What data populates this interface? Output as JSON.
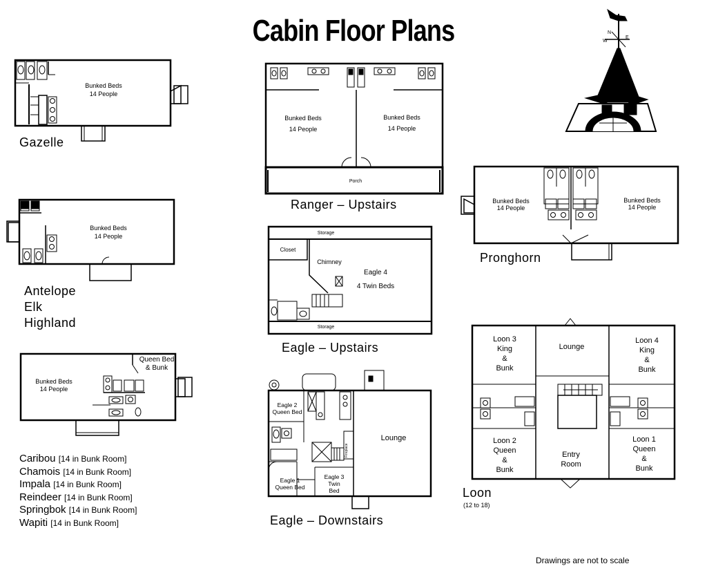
{
  "title": "Cabin Floor Plans",
  "footnote": "Drawings are not to scale",
  "compass": {
    "n": "N",
    "e": "E",
    "w": "W"
  },
  "gazelle": {
    "label": "Gazelle",
    "beds": "Bunked Beds",
    "people": "14 People"
  },
  "ranger": {
    "label": "Ranger – Upstairs",
    "left_beds": "Bunked Beds",
    "left_people": "14 People",
    "right_beds": "Bunked Beds",
    "right_people": "14 People",
    "porch": "Porch"
  },
  "pronghorn": {
    "label": "Pronghorn",
    "left_beds": "Bunked Beds",
    "left_people": "14 People",
    "right_beds": "Bunked Beds",
    "right_people": "14 People"
  },
  "antelope": {
    "names": [
      "Antelope",
      "Elk",
      "Highland"
    ],
    "beds": "Bunked Beds",
    "people": "14 People"
  },
  "eagle_up": {
    "label": "Eagle – Upstairs",
    "storage_top": "Storage",
    "storage_bottom": "Storage",
    "closet": "Closet",
    "chimney": "Chimney",
    "room": "Eagle 4",
    "beds": "4 Twin Beds"
  },
  "caribou": {
    "beds": "Bunked Beds",
    "people": "14 People",
    "queen": "Queen Bed",
    "bunk": "& Bunk",
    "names": [
      {
        "name": "Caribou",
        "note": "[14 in Bunk Room]"
      },
      {
        "name": "Chamois",
        "note": "[14 in Bunk Room]"
      },
      {
        "name": "Impala",
        "note": "[14 in Bunk Room]"
      },
      {
        "name": "Reindeer",
        "note": "[14 in Bunk Room]"
      },
      {
        "name": "Springbok",
        "note": "[14 in Bunk Room]"
      },
      {
        "name": "Wapiti",
        "note": "[14 in Bunk Room]"
      }
    ]
  },
  "eagle_down": {
    "label": "Eagle – Downstairs",
    "e2": "Eagle 2",
    "e2_bed": "Queen Bed",
    "e1": "Eagle 1",
    "e1_bed": "Queen Bed",
    "e3": "Eagle 3",
    "e3_bed1": "Twin",
    "e3_bed2": "Bed",
    "fireplace": "Fireplace",
    "lounge": "Lounge"
  },
  "loon": {
    "label": "Loon",
    "capacity": "(12 to 18)",
    "l3": [
      "Loon 3",
      "King",
      "&",
      "Bunk"
    ],
    "l4": [
      "Loon 4",
      "King",
      "&",
      "Bunk"
    ],
    "l2": [
      "Loon 2",
      "Queen",
      "&",
      "Bunk"
    ],
    "l1": [
      "Loon 1",
      "Queen",
      "&",
      "Bunk"
    ],
    "lounge": "Lounge",
    "entry1": "Entry",
    "entry2": "Room"
  }
}
